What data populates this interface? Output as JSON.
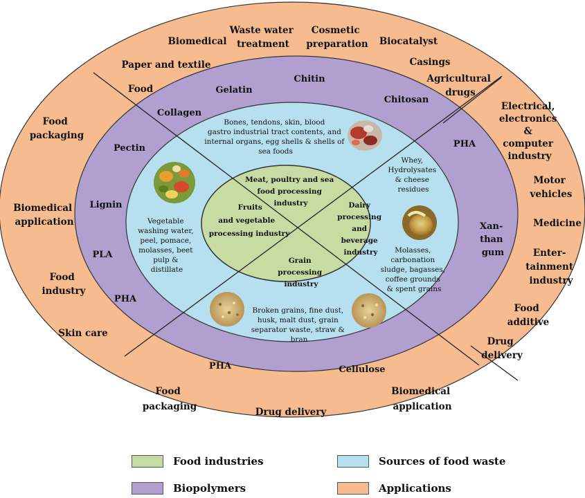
{
  "colors": {
    "food_industries": "#c6dca3",
    "biopolymers": "#b09fcf",
    "sources_of_food_waste": "#b6dff0",
    "applications": "#f6bc8f"
  },
  "industries": {
    "meat": [
      "Meat, poultry and sea",
      "food processing",
      "industry"
    ],
    "fruits": [
      "Fruits",
      "and vegetable",
      "processing industry"
    ],
    "dairy": [
      "Dairy",
      "processing",
      "and",
      "beverage",
      "industry"
    ],
    "grain": [
      "Grain",
      "processing",
      "industry"
    ]
  },
  "sources": {
    "meat": [
      "Bones, tendons, skin, blood",
      "gastro industrial tract contents, and",
      "internal organs, egg shells & shells of",
      "sea foods"
    ],
    "fruits": [
      "Vegetable",
      "washing water,",
      "peel, pomace,",
      "molasses, beet",
      "pulp &",
      "distillate"
    ],
    "dairy": [
      "Whey,",
      "Hydrolysates",
      "& cheese",
      "residues"
    ],
    "beverage": [
      "Molasses,",
      "carbonation",
      "sludge, bagasses,",
      "coffee grounds",
      "& spent grains"
    ],
    "grain": [
      "Broken grains, fine dust,",
      "husk, malt dust, grain",
      "separator waste, straw &",
      "bran"
    ]
  },
  "biopolymers": {
    "collagen": "Collagen",
    "gelatin": "Gelatin",
    "chitin": "Chitin",
    "chitosan": "Chitosan",
    "pectin": "Pectin",
    "lignin": "Lignin",
    "pla": "PLA",
    "pha_left": "PHA",
    "pha_right": "PHA",
    "xanthan": [
      "Xan-",
      "than",
      "gum"
    ],
    "pha_bottom": "PHA",
    "cellulose": "Cellulose"
  },
  "applications": {
    "biomedical": "Biomedical",
    "waste_water": [
      "Waste water",
      "treatment"
    ],
    "cosmetic": [
      "Cosmetic",
      "preparation"
    ],
    "biocatalyst": "Biocatalyst",
    "paper_textile": "Paper and textile",
    "casings": "Casings",
    "food_top": "Food",
    "agri_drugs": [
      "Agricultural",
      "drugs"
    ],
    "food_packaging_left": [
      "Food",
      "packaging"
    ],
    "biomedical_application_left": [
      "Biomedical",
      "application"
    ],
    "food_industry": [
      "Food",
      "industry"
    ],
    "skin_care": "Skin care",
    "electrical": [
      "Electrical,",
      "electronics",
      "&",
      "computer",
      "industry"
    ],
    "motor": [
      "Motor",
      "vehicles"
    ],
    "medicine": "Medicine",
    "entertainment": [
      "Enter-",
      "tainment",
      "industry"
    ],
    "food_additive": [
      "Food",
      "additive"
    ],
    "drug_delivery_right": [
      "Drug",
      "delivery"
    ],
    "food_packaging_bottom": [
      "Food",
      "packaging"
    ],
    "drug_delivery_bottom": "Drug delivery",
    "biomedical_application_bottom": [
      "Biomedical",
      "application"
    ]
  },
  "legend": {
    "food_industries": "Food industries",
    "sources_of_food_waste": "Sources of food waste",
    "biopolymers": "Biopolymers",
    "applications": "Applications"
  }
}
